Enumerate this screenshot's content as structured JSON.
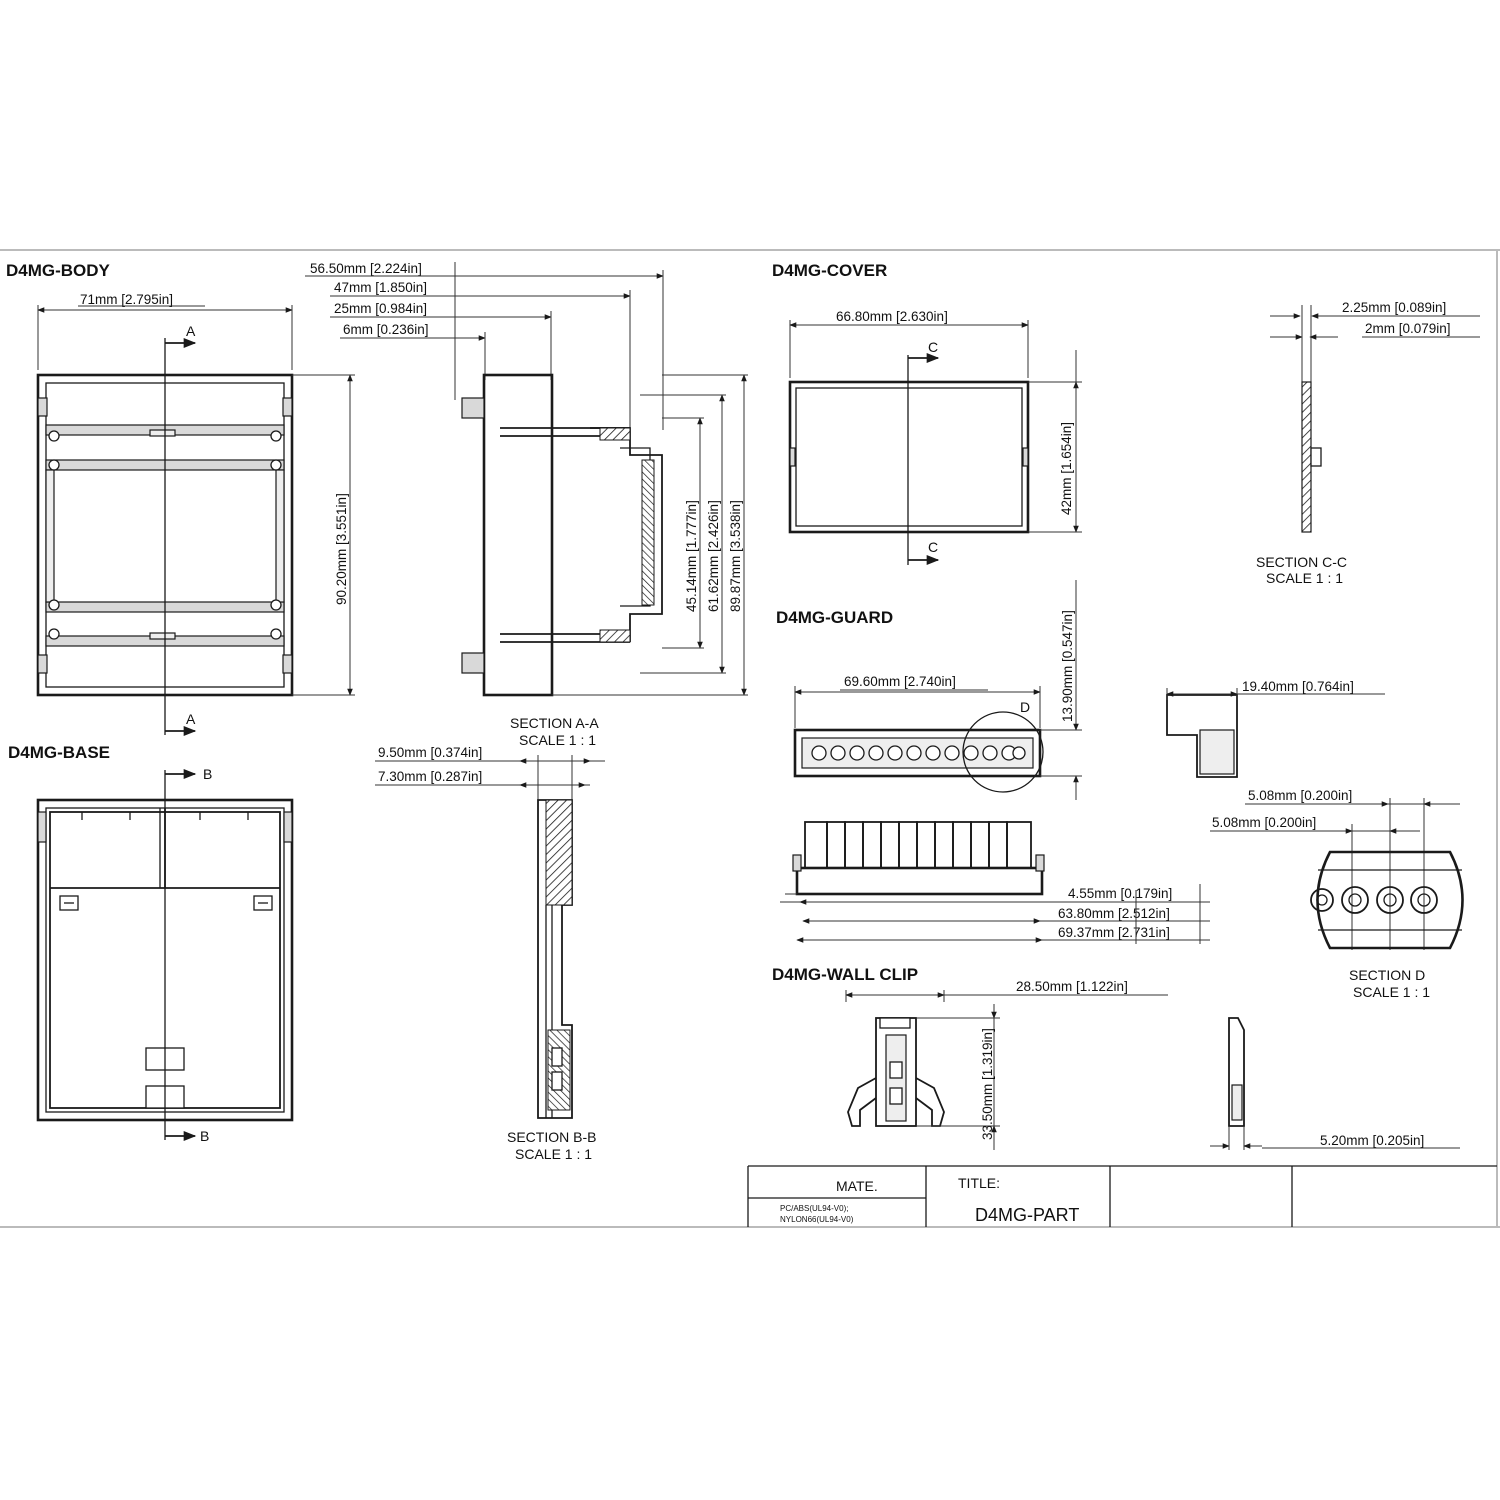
{
  "views": {
    "body_title": "D4MG-BODY",
    "base_title": "D4MG-BASE",
    "cover_title": "D4MG-COVER",
    "guard_title": "D4MG-GUARD",
    "wall_clip_title": "D4MG-WALL CLIP"
  },
  "body": {
    "width": "71mm [2.795in]",
    "height": "90.20mm [3.551in]",
    "section_mark": "A"
  },
  "section_aa": {
    "dims": [
      "56.50mm [2.224in]",
      "47mm [1.850in]",
      "25mm [0.984in]",
      "6mm [0.236in]"
    ],
    "vdims": [
      "45.14mm [1.777in]",
      "61.62mm [2.426in]",
      "89.87mm [3.538in]"
    ],
    "label": "SECTION A-A",
    "scale": "SCALE 1 : 1"
  },
  "base": {
    "section_mark": "B"
  },
  "section_bb": {
    "dims": [
      "9.50mm [0.374in]",
      "7.30mm [0.287in]"
    ],
    "label": "SECTION B-B",
    "scale": "SCALE 1 : 1"
  },
  "cover": {
    "width": "66.80mm [2.630in]",
    "height": "42mm [1.654in]",
    "section_mark": "C"
  },
  "section_cc": {
    "dims": [
      "2.25mm [0.089in]",
      "2mm [0.079in]"
    ],
    "label": "SECTION C-C",
    "scale": "SCALE 1 : 1"
  },
  "guard": {
    "width": "69.60mm [2.740in]",
    "height": "13.90mm [0.547in]",
    "detail_mark": "D",
    "side_dim": "19.40mm [0.764in]",
    "bottom_dims": [
      "4.55mm [0.179in]",
      "63.80mm [2.512in]",
      "69.37mm [2.731in]"
    ]
  },
  "section_d": {
    "dims": [
      "5.08mm [0.200in]",
      "5.08mm [0.200in]"
    ],
    "label": "SECTION D",
    "scale": "SCALE 1 : 1"
  },
  "wall_clip": {
    "width": "28.50mm [1.122in]",
    "height": "33.50mm [1.319in]",
    "side_dim": "5.20mm [0.205in]"
  },
  "title_block": {
    "mate_label": "MATE.",
    "material_line1": "PC/ABS(UL94-V0);",
    "material_line2": "NYLON66(UL94-V0)",
    "title_label": "TITLE:",
    "title_value": "D4MG-PART"
  }
}
